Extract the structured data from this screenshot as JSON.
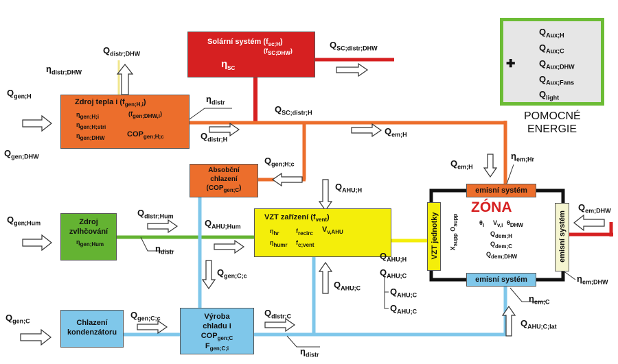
{
  "colors": {
    "heat": "#ec6e2c",
    "solar": "#d62021",
    "cooling": "#7fc7ea",
    "humid": "#64b332",
    "vzt": "#f4ee0a",
    "aux_border": "#6cbc35",
    "zone_border": "#111111"
  },
  "solar": {
    "title": "Solární systém (f",
    "title_sub": "sc;H",
    "title_close": ")",
    "dhw": "(f",
    "dhw_sub": "SC;DHW",
    "dhw_close": ")",
    "eta": "η",
    "eta_sub": "SC"
  },
  "heat_source": {
    "title": "Zdroj tepla i (f",
    "title_sub": "gen;H,i",
    "title_close": ")",
    "eta1": "η",
    "eta1_sub": "gen;H;i",
    "f_dhw": "(f",
    "f_dhw_sub": "gen;DHW,i",
    "f_dhw_close": ")",
    "eta2": "η",
    "eta2_sub": "gen;H;stri",
    "eta3": "η",
    "eta3_sub": "gen;DHW",
    "cop": "COP",
    "cop_sub": "gen;H;c"
  },
  "absorb": {
    "line1": "Absobční",
    "line2": "chlazení",
    "line3": "(COP",
    "line3_sub": "gen;C",
    "line3_close": ")"
  },
  "humid": {
    "line1": "Zdroj",
    "line2": "zvlhčování",
    "eta": "η",
    "eta_sub": "gen;Hum"
  },
  "vzt": {
    "title": "VZT zařízení (f",
    "title_sub": "vent",
    "title_close": ")",
    "r1a": "η",
    "r1a_sub": "hr",
    "r1b": "f",
    "r1b_sub": "recirc",
    "r1c": "V",
    "r1c_sub": "v,AHU",
    "r2a": "η",
    "r2a_sub": "humr",
    "r2b": "f",
    "r2b_sub": "c;vent"
  },
  "cond": {
    "line1": "Chlazení",
    "line2": "kondenzátoru"
  },
  "chiller": {
    "line1": "Výroba",
    "line2": "chladu i",
    "cop": "COP",
    "cop_sub": "gen;C",
    "f": "F",
    "f_sub": "gen;C;i"
  },
  "zone": {
    "title": "ZÓNA",
    "emit_top": "emisní systém",
    "emit_bottom": "emisní systém",
    "emit_right": "emisní systém",
    "vzt_vertical": "VZT jednotky",
    "x": "X",
    "x_sub": "supp",
    "o": "O",
    "o_sub": "supp",
    "theta": "θ",
    "theta_sub": "i",
    "v": "V",
    "v_sub": "v,i",
    "theta_dhw": "θ",
    "theta_dhw_sub": "DHW",
    "qh": "Q",
    "qh_sub": "dem;H",
    "qc": "Q",
    "qc_sub": "dem;C",
    "qdhw": "Q",
    "qdhw_sub": "dem;DHW"
  },
  "aux": {
    "plus": "✚",
    "items": [
      {
        "q": "Q",
        "sub": "Aux;H"
      },
      {
        "q": "Q",
        "sub": "Aux;C"
      },
      {
        "q": "Q",
        "sub": "Aux;DHW"
      },
      {
        "q": "Q",
        "sub": "Aux;Fans"
      },
      {
        "q": "Q",
        "sub": "light"
      }
    ],
    "caption1": "POMOCNÉ",
    "caption2": "ENERGIE"
  },
  "labels": {
    "qgen_h": {
      "q": "Q",
      "sub": "gen;H"
    },
    "qgen_dhw": {
      "q": "Q",
      "sub": "gen;DHW"
    },
    "qdistr_dhw": {
      "q": "Q",
      "sub": "distr;DHW"
    },
    "eta_distr_dhw": {
      "q": "η",
      "sub": "distr;DHW"
    },
    "eta_distr_top": {
      "q": "η",
      "sub": "distr"
    },
    "qdistr_h": {
      "q": "Q",
      "sub": "distr;H"
    },
    "qsc_distr_dhw": {
      "q": "Q",
      "sub": "SC;distr;DHW"
    },
    "qsc_distr_h": {
      "q": "Q",
      "sub": "SC;distr;H"
    },
    "qem_h_mid": {
      "q": "Q",
      "sub": "em;H"
    },
    "qem_h": {
      "q": "Q",
      "sub": "em;H"
    },
    "eta_em_hr": {
      "q": "η",
      "sub": "em;Hr"
    },
    "qgen_hc": {
      "q": "Q",
      "sub": "gen;H;c"
    },
    "qahu_h_top": {
      "q": "Q",
      "sub": "AHU;H"
    },
    "qem_dhw": {
      "q": "Q",
      "sub": "em;DHW"
    },
    "qgen_hum": {
      "q": "Q",
      "sub": "gen;Hum"
    },
    "qdistr_hum": {
      "q": "Q",
      "sub": "distr;Hum"
    },
    "qahu_hum": {
      "q": "Q",
      "sub": "AHU;Hum"
    },
    "eta_distr_hum": {
      "q": "η",
      "sub": "distr"
    },
    "qahu_h_right": {
      "q": "Q",
      "sub": "AHU;H"
    },
    "qahu_c_right": {
      "q": "Q",
      "sub": "AHU;C"
    },
    "qahu_c_a": {
      "q": "Q",
      "sub": "AHU;C"
    },
    "qahu_c_b": {
      "q": "Q",
      "sub": "AHU;C"
    },
    "qahu_c_arrow": {
      "q": "Q",
      "sub": "AHU;C"
    },
    "eta_em_dhw": {
      "q": "η",
      "sub": "em;DHW"
    },
    "eta_em_c": {
      "q": "η",
      "sub": "em;C"
    },
    "qgen_cc_mid": {
      "q": "Q",
      "sub": "gen;C;c"
    },
    "qgen_c": {
      "q": "Q",
      "sub": "gen;C"
    },
    "qgen_cc_low": {
      "q": "Q",
      "sub": "gen;C;c"
    },
    "qdistr_c": {
      "q": "Q",
      "sub": "distr;C"
    },
    "eta_distr_c": {
      "q": "η",
      "sub": "distr"
    },
    "qahu_c_lat": {
      "q": "Q",
      "sub": "AHU;C;lat"
    }
  }
}
